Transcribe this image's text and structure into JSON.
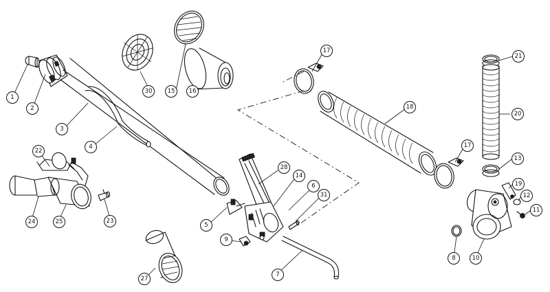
{
  "callouts": [
    {
      "label": "1"
    },
    {
      "label": "2"
    },
    {
      "label": "3"
    },
    {
      "label": "4"
    },
    {
      "label": "5"
    },
    {
      "label": "6"
    },
    {
      "label": "7"
    },
    {
      "label": "8"
    },
    {
      "label": "9"
    },
    {
      "label": "10"
    },
    {
      "label": "11"
    },
    {
      "label": "12"
    },
    {
      "label": "13"
    },
    {
      "label": "14"
    },
    {
      "label": "15"
    },
    {
      "label": "16"
    },
    {
      "label": "17"
    },
    {
      "label": "17"
    },
    {
      "label": "18"
    },
    {
      "label": "19"
    },
    {
      "label": "20"
    },
    {
      "label": "21"
    },
    {
      "label": "22"
    },
    {
      "label": "23"
    },
    {
      "label": "24"
    },
    {
      "label": "25"
    },
    {
      "label": "27"
    },
    {
      "label": "28"
    },
    {
      "label": "30"
    },
    {
      "label": "31"
    }
  ]
}
